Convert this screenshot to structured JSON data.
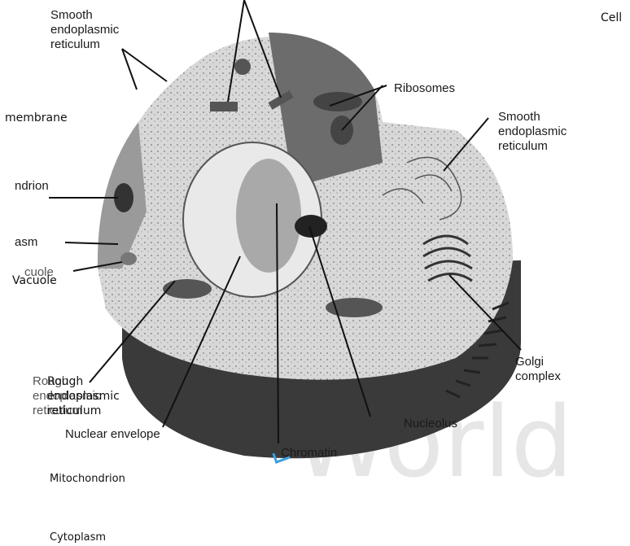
{
  "labels": {
    "smooth_er_top": "Smooth\nendoplasmic\nreticulum",
    "ribosomes": "Ribosomes",
    "smooth_er_right": "Smooth\nendoplasmic\nreticulum",
    "mitochondrion_left": "ndrion",
    "cytoplasm_left": "asm",
    "vacuole_left": "cuole",
    "golgi": "Golgi\ncomplex",
    "rough_er_printed": "Rough\nendoplasmic\nreticulum",
    "nuclear_envelope": "Nuclear envelope",
    "chromatin": "Chromatin",
    "nucleolus": "Nucleolus"
  },
  "overlay": {
    "cell": "Cell",
    "membrane": "membrane",
    "vacuole": "Vacuole",
    "rough_er": "Rough\nendoplasmic\nreticulum",
    "mitochondrion": "Mitochondrion",
    "cytoplasm": "Cytoplasm"
  },
  "watermark": "World"
}
